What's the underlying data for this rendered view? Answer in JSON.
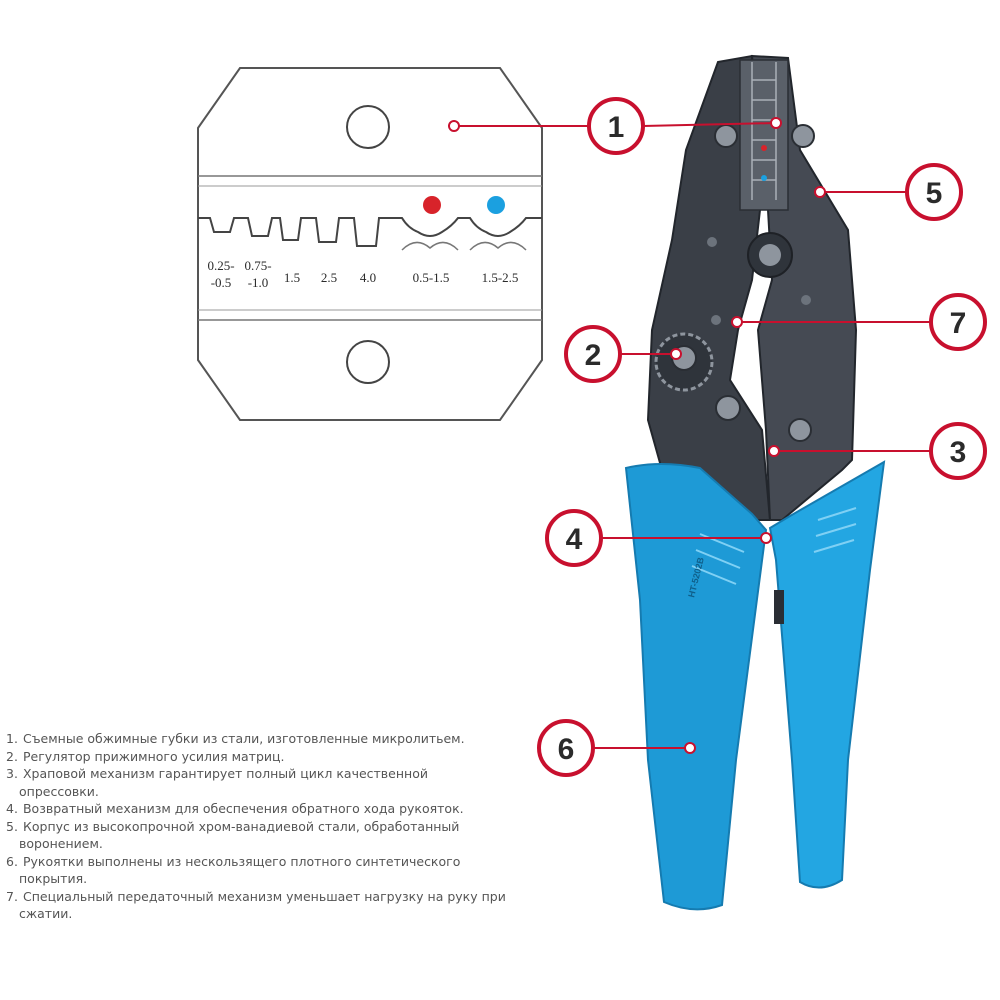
{
  "colors": {
    "callout_red": "#c8102e",
    "handle_blue": "#1e9ad6",
    "steel_dark": "#3a3f47",
    "dot_red": "#d8232a",
    "dot_blue": "#1ba0e0"
  },
  "die_profile": {
    "labels": [
      {
        "top": "0.25-",
        "bottom": "-0.5"
      },
      {
        "top": "0.75-",
        "bottom": "-1.0"
      },
      {
        "top": "1.5",
        "bottom": ""
      },
      {
        "top": "2.5",
        "bottom": ""
      },
      {
        "top": "4.0",
        "bottom": ""
      },
      {
        "top": "0.5-1.5",
        "bottom": ""
      },
      {
        "top": "1.5-2.5",
        "bottom": ""
      }
    ]
  },
  "tool_marking": "HT-5202B",
  "callouts": [
    "1",
    "2",
    "3",
    "4",
    "5",
    "6",
    "7"
  ],
  "legend": [
    {
      "num": "1.",
      "text": "Съемные обжимные губки из стали, изготовленные микролитьем."
    },
    {
      "num": "2.",
      "text": "Регулятор прижимного усилия матриц."
    },
    {
      "num": "3.",
      "text": "Храповой механизм гарантирует полный цикл качественной опрессовки."
    },
    {
      "num": "4.",
      "text": "Возвратный механизм для обеспечения обратного хода рукояток."
    },
    {
      "num": "5.",
      "text": "Корпус из высокопрочной хром-ванадиевой стали, обработанный воронением."
    },
    {
      "num": "6.",
      "text": "Рукоятки выполнены из нескользящего плотного синтетического покрытия."
    },
    {
      "num": "7.",
      "text": "Специальный передаточный механизм уменьшает нагрузку на руку при сжатии."
    }
  ]
}
